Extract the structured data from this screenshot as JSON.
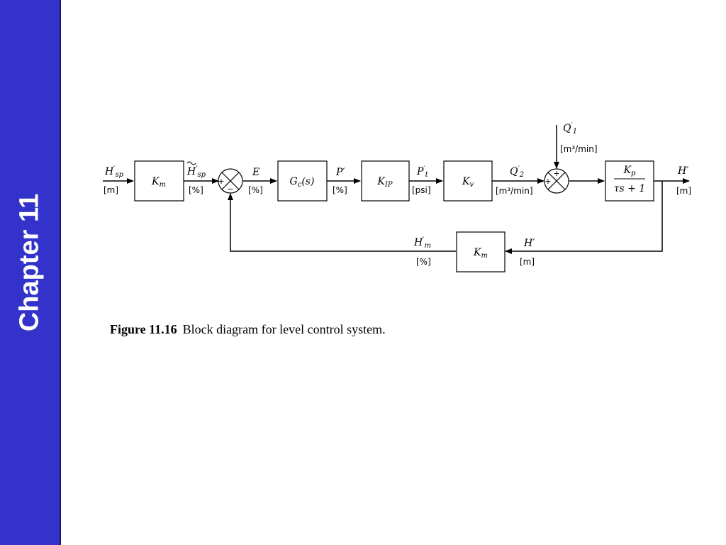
{
  "sidebar": {
    "title": "Chapter 11",
    "color": "#3333cc"
  },
  "caption": {
    "label": "Figure 11.16",
    "text": "Block diagram for level control system."
  },
  "diagram": {
    "blocks": {
      "km_sp": "K",
      "gc": "G",
      "kip": "K",
      "kv": "K",
      "process_num": "K",
      "process_den": "τs + 1",
      "km_fb": "K"
    },
    "signals": {
      "hsp": "H",
      "hsp_unit": "[m]",
      "hsp_tilde": "H",
      "hsp_tilde_unit": "[%]",
      "e": "E",
      "e_unit": "[%]",
      "p": "P′",
      "p_unit": "[%]",
      "pt": "P",
      "pt_unit": "[psi]",
      "q2": "Q",
      "q2_unit": "[m³/min]",
      "q1": "Q",
      "q1_unit": "[m³/min]",
      "h_out": "H′",
      "h_out_unit": "[m]",
      "h_fb": "H′",
      "h_fb_unit": "[m]",
      "hm": "H",
      "hm_unit": "[%]"
    },
    "signs": {
      "sum1_left": "+",
      "sum1_bottom": "−",
      "sum2_top": "+",
      "sum2_left": "+"
    }
  }
}
